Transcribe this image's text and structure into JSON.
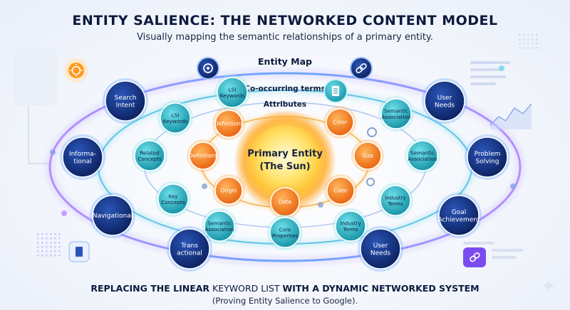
{
  "header": {
    "title": "ENTITY SALIENCE: THE NETWORKED CONTENT MODEL",
    "subtitle": "Visually mapping the semantic relationships of a primary entity."
  },
  "rings": {
    "entity_map": "Entity Map",
    "co_occurring": "Co-occurring terms",
    "attributes": "Attributes"
  },
  "center": {
    "line1": "Primary Entity",
    "line2": "(The Sun)"
  },
  "attributes": [
    [
      "Definitions"
    ],
    [
      "Color"
    ],
    [
      "Definitions"
    ],
    [
      "Size"
    ],
    [
      "Origin"
    ],
    [
      "Color"
    ],
    [
      "Date"
    ]
  ],
  "co_occurring": [
    [
      "LSI",
      "Keywords"
    ],
    [
      "LSI",
      "Keywords"
    ],
    [
      "Semantic",
      "Association"
    ],
    [
      "Related",
      "Concepts"
    ],
    [
      "Semantic",
      "Association"
    ],
    [
      "Key",
      "Concepts"
    ],
    [
      "Industry",
      "Terms"
    ],
    [
      "Semantic",
      "Association"
    ],
    [
      "Core",
      "Properties"
    ],
    [
      "Industry",
      "Terms"
    ]
  ],
  "entity_map_nodes": [
    [
      "Search",
      "Intent"
    ],
    [
      "User",
      "Needs"
    ],
    [
      "Informa-",
      "tional"
    ],
    [
      "Problem",
      "Solving"
    ],
    [
      "Navigational"
    ],
    [
      "Goal",
      "Achievement"
    ],
    [
      "Trans",
      "actional"
    ],
    [
      "User",
      "Needs"
    ]
  ],
  "icons": [
    "sun-icon",
    "gear-icon",
    "link-icon",
    "document-icon",
    "line-chart-icon",
    "sparkle-icon"
  ],
  "footer": {
    "line1_a": "REPLACING THE LINEAR",
    "line1_b": " KEYWORD LIST ",
    "line1_c": "WITH A DYNAMIC NETWORKED SYSTEM",
    "line2": "(Proving Entity Salience to Google)."
  },
  "colors": {
    "navy_node": "#12307a",
    "teal_node": "#1aa5b8",
    "orange_node": "#f07818",
    "sun_core": "#ffd23c",
    "ring_blue": "#6aa8ff",
    "ring_purple": "#b98cff"
  }
}
